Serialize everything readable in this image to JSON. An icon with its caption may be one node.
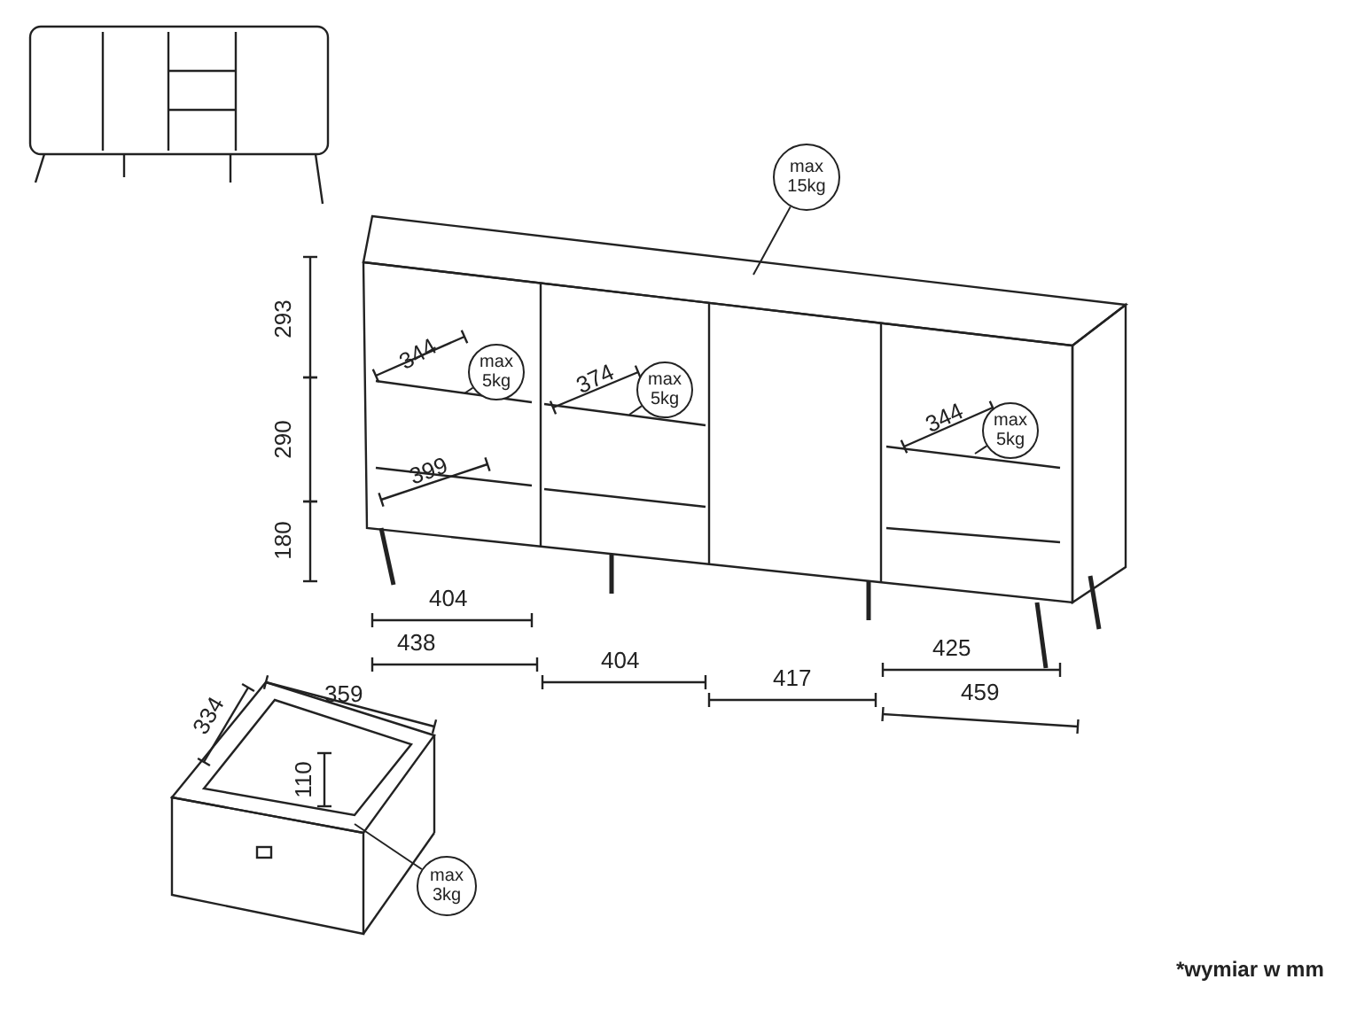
{
  "diagram": {
    "nodes": [
      {
        "text": [
          "max 15kg"
        ]
      },
      {
        "text": [
          "max 5kg"
        ]
      },
      {
        "text": [
          "max 5kg"
        ]
      },
      {
        "text": [
          "max 5kg"
        ]
      },
      {
        "text": [
          "max 3kg"
        ]
      }
    ],
    "edges": [
      {
        "from": 0,
        "to": null,
        "arrow": "none"
      },
      {
        "from": 1,
        "to": null,
        "arrow": "none"
      },
      {
        "from": 2,
        "to": null,
        "arrow": "none"
      },
      {
        "from": 3,
        "to": null,
        "arrow": "none"
      },
      {
        "from": 4,
        "to": null,
        "arrow": "none"
      }
    ],
    "labels": [
      "293",
      "290",
      "180",
      "344",
      "374",
      "344",
      "399",
      "404",
      "438",
      "404",
      "417",
      "425",
      "459",
      "334",
      "359",
      "110",
      "*wymiar w mm"
    ]
  }
}
